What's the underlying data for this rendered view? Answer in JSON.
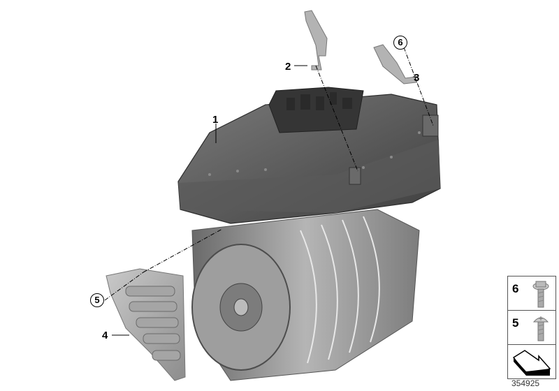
{
  "diagram": {
    "id": "354925",
    "title": "Electric motor assembly exploded parts view",
    "callouts": [
      {
        "num": "1",
        "style": "plain",
        "part": "electric motor with power electronics housing"
      },
      {
        "num": "2",
        "style": "plain",
        "part": "bracket (left)"
      },
      {
        "num": "3",
        "style": "plain",
        "part": "bracket (right)"
      },
      {
        "num": "4",
        "style": "plain",
        "part": "cover plate"
      },
      {
        "num": "5",
        "style": "circled",
        "part": "screw (cover plate)"
      },
      {
        "num": "6",
        "style": "circled",
        "part": "screw (bracket)"
      }
    ],
    "legend": [
      {
        "num": "6",
        "icon": "flange-hex-screw-icon"
      },
      {
        "num": "5",
        "icon": "pan-head-torx-screw-icon"
      },
      {
        "num": "",
        "icon": "direction-arrow-icon"
      }
    ]
  },
  "colors": {
    "part_dark": "#4a4a4a",
    "part_mid": "#8a8a8a",
    "part_light": "#bdbdbd",
    "line": "#000000"
  }
}
